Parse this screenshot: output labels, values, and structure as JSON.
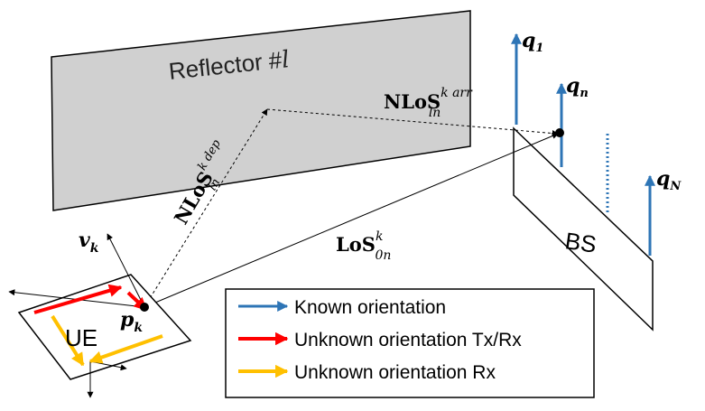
{
  "reflector": {
    "label": "Reflector #",
    "index": "l"
  },
  "bs": {
    "label": "BS"
  },
  "ue": {
    "label": "UE"
  },
  "antennas": {
    "q1": {
      "base": "q",
      "sub": "1"
    },
    "qn": {
      "base": "q",
      "sub": "n"
    },
    "qN": {
      "base": "q",
      "sub": "N"
    }
  },
  "ue_position": {
    "base": "p",
    "sub": "k"
  },
  "ue_velocity": {
    "base": "v",
    "sub": "k"
  },
  "paths": {
    "nlos_dep": {
      "base": "NLoS",
      "sup": "k dep",
      "sub": "ln"
    },
    "nlos_arr": {
      "base": "NLoS",
      "sup": "k arr",
      "sub": "ln"
    },
    "los": {
      "base": "LoS",
      "sup": "k",
      "sub": "0n"
    }
  },
  "legend": {
    "items": [
      {
        "label": "Known orientation",
        "color": "#2e75b6"
      },
      {
        "label": "Unknown orientation Tx/Rx",
        "color": "#ff0000"
      },
      {
        "label": "Unknown orientation Rx",
        "color": "#ffc000"
      }
    ]
  }
}
